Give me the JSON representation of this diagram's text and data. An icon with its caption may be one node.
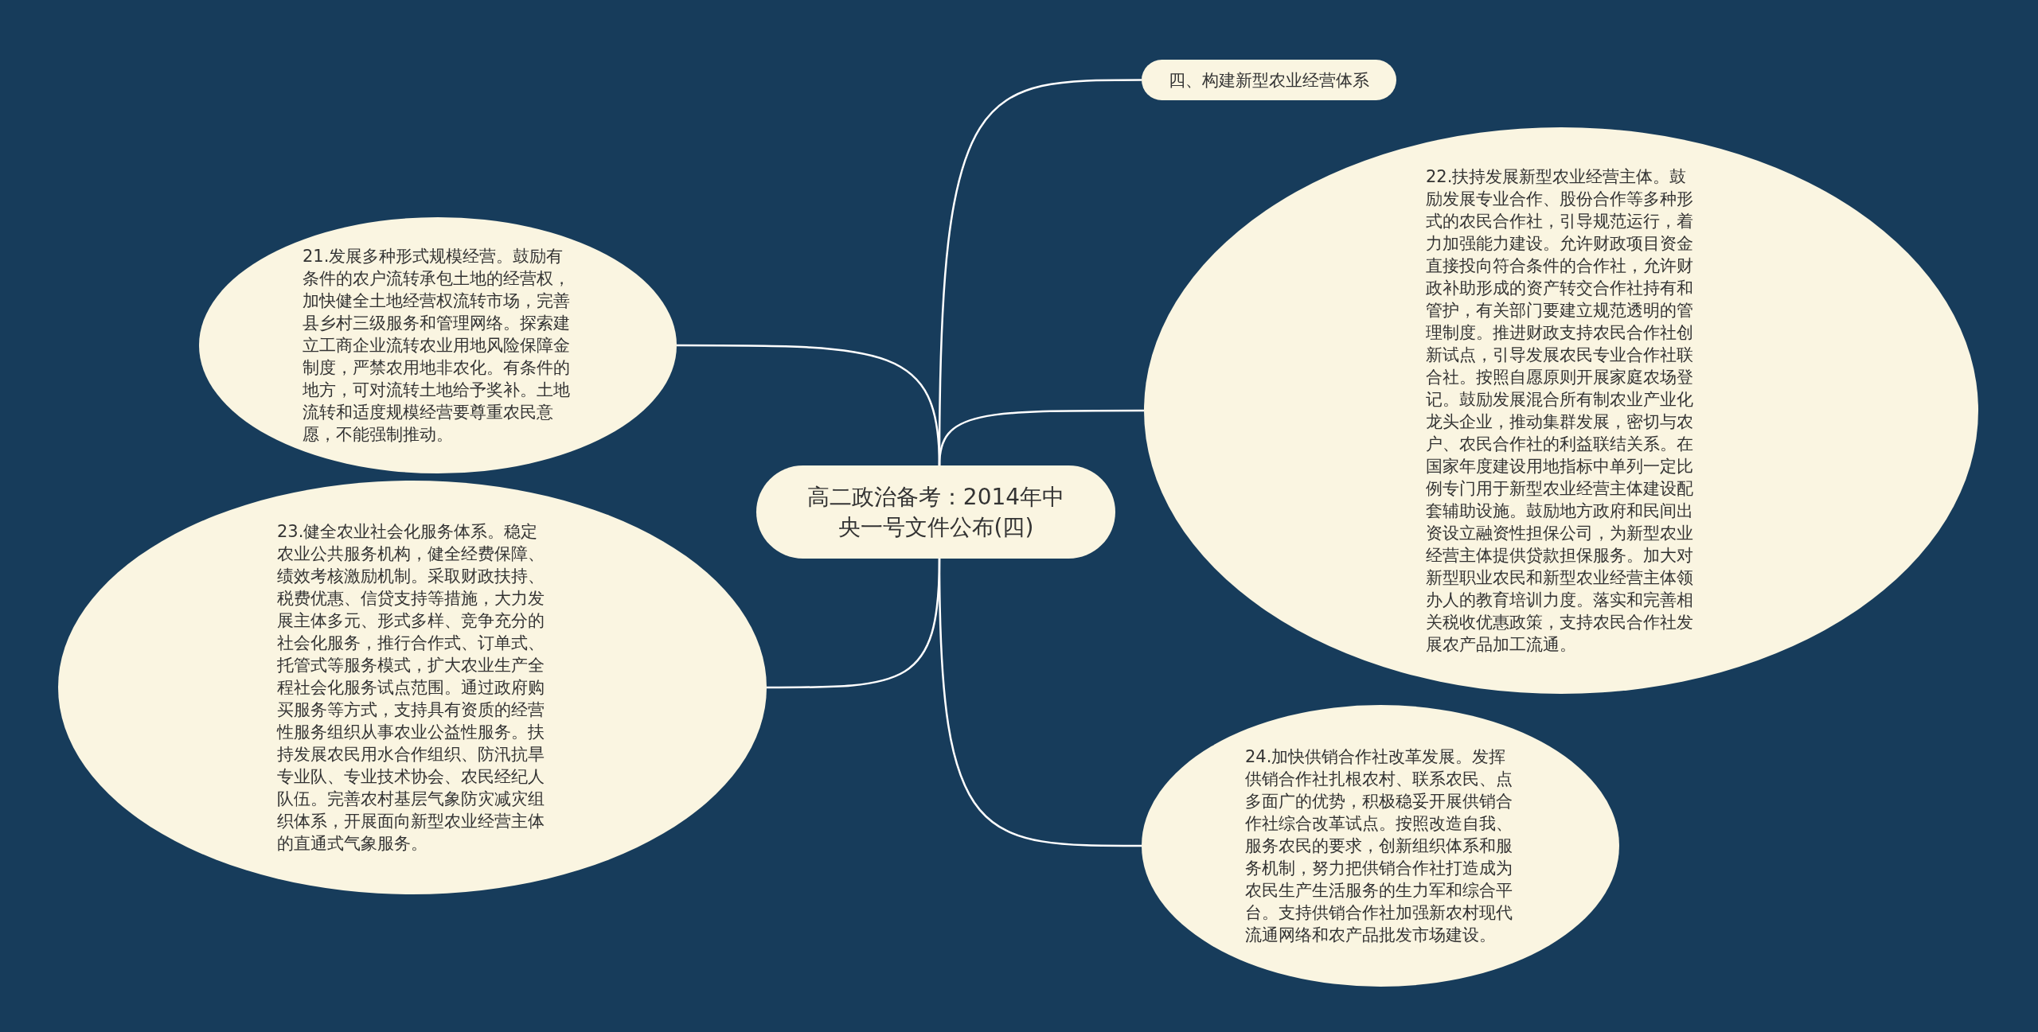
{
  "diagram": {
    "nodes": [
      {
        "text": [
          "高二政治备考：2014年中央一号文件公布(四)"
        ]
      },
      {
        "text": [
          "四、构建新型农业经营体系"
        ]
      },
      {
        "text": [
          "22.扶持发展新型农业经营主体。鼓励发展专业合作、股份合作等多种形式的农民合作社，引导规范运行，着力加强能力建设。允许财政项目资金直接投向符合条件的合作社，允许财政补助形成的资产转交合作社持有和管护，有关部门要建立规范透明的管理制度。推进财政支持农民合作社创新试点，引导发展农民专业合作社联合社。按照自愿原则开展家庭农场登记。鼓励发展混合所有制农业产业化龙头企业，推动集群发展，密切与农户、农民合作社的利益联结关系。在国家年度建设用地指标中单列一定比例专门用于新型农业经营主体建设配套辅助设施。鼓励地方政府和民间出资设立融资性担保公司，为新型农业经营主体提供贷款担保服务。加大对新型职业农民和新型农业经营主体领办人的教育培训力度。落实和完善相关税收优惠政策，支持农民合作社发展农产品加工流通。"
        ]
      },
      {
        "text": [
          "21.发展多种形式规模经营。鼓励有条件的农户流转承包土地的经营权，加快健全土地经营权流转市场，完善县乡村三级服务和管理网络。探索建立工商企业流转农业用地风险保障金制度，严禁农用地非农化。有条件的地方，可对流转土地给予奖补。土地流转和适度规模经营要尊重农民意愿，不能强制推动。"
        ]
      },
      {
        "text": [
          "24.加快供销合作社改革发展。发挥供销合作社扎根农村、联系农民、点多面广的优势，积极稳妥开展供销合作社综合改革试点。按照改造自我、服务农民的要求，创新组织体系和服务机制，努力把供销合作社打造成为农民生产生活服务的生力军和综合平台。支持供销合作社加强新农村现代流通网络和农产品批发市场建设。"
        ]
      },
      {
        "text": [
          "23.健全农业社会化服务体系。稳定农业公共服务机构，健全经费保障、绩效考核激励机制。采取财政扶持、税费优惠、信贷支持等措施，大力发展主体多元、形式多样、竞争充分的社会化服务，推行合作式、订单式、托管式等服务模式，扩大农业生产全程社会化服务试点范围。通过政府购买服务等方式，支持具有资质的经营性服务组织从事农业公益性服务。扶持发展农民用水合作组织、防汛抗旱专业队、专业技术协会、农民经纪人队伍。完善农村基层气象防灾减灾组织体系，开展面向新型农业经营主体的直通式气象服务。"
        ]
      }
    ],
    "edges": [
      {
        "from": 0,
        "to": 1,
        "arrow": "none"
      },
      {
        "from": 0,
        "to": 2,
        "arrow": "none"
      },
      {
        "from": 0,
        "to": 3,
        "arrow": "none"
      },
      {
        "from": 0,
        "to": 4,
        "arrow": "none"
      },
      {
        "from": 0,
        "to": 5,
        "arrow": "none"
      }
    ]
  }
}
